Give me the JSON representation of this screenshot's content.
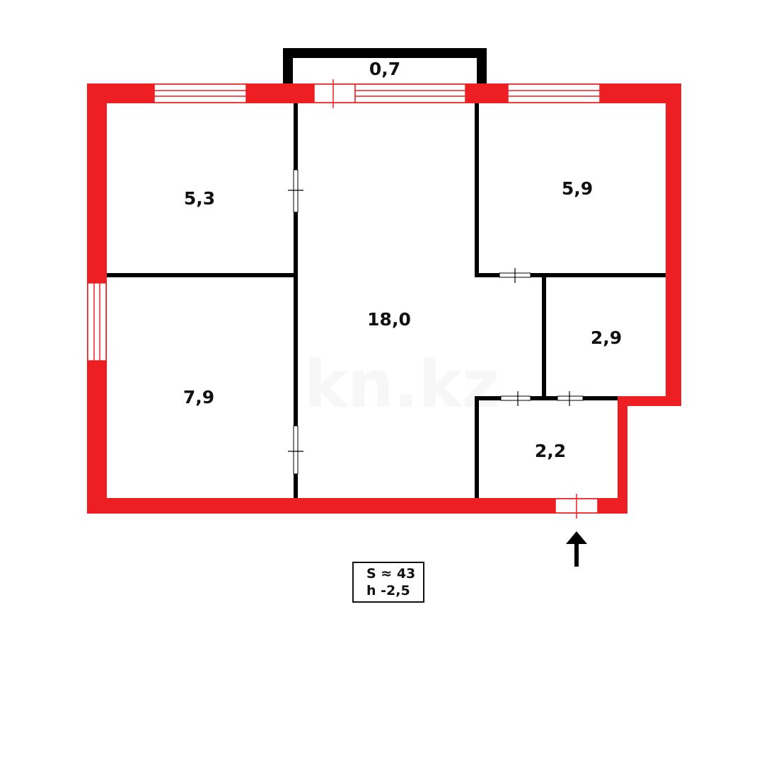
{
  "colors": {
    "exterior_wall": "#ee1f23",
    "interior_wall": "#000000",
    "window_line": "#ee1f23",
    "background": "#ffffff",
    "watermark": "#f7f7f7"
  },
  "watermark": {
    "text": "kn.kz"
  },
  "rooms": [
    {
      "id": "balcony",
      "area": "0,7"
    },
    {
      "id": "bedroom-top-left",
      "area": "5,3"
    },
    {
      "id": "bedroom-bottom-left",
      "area": "7,9"
    },
    {
      "id": "living-room",
      "area": "18,0"
    },
    {
      "id": "kitchen",
      "area": "5,9"
    },
    {
      "id": "bathroom",
      "area": "2,9"
    },
    {
      "id": "hallway",
      "area": "2,2"
    }
  ],
  "summary": {
    "area_line": "S ≈ 43",
    "height_line": "h -2,5"
  },
  "entrance": {
    "icon": "arrow-up-icon"
  }
}
